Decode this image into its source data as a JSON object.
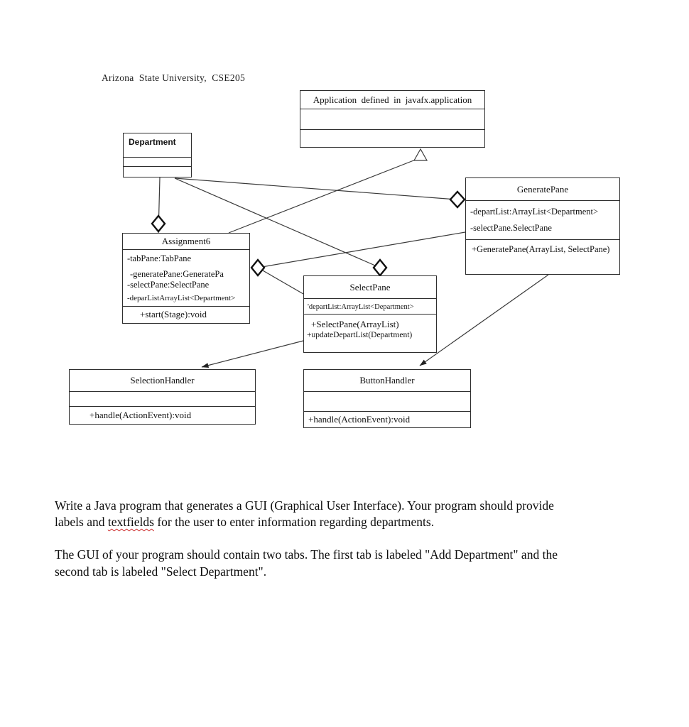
{
  "header": {
    "text": "Arizona  State University,  CSE205"
  },
  "uml": {
    "application": {
      "title": "Application  defined  in  javafx.application"
    },
    "department": {
      "title": "Department"
    },
    "generate_pane": {
      "title": "GeneratePane",
      "attr1": "-departList:ArrayList<Department>",
      "attr2": "-selectPane.SelectPane",
      "method1": "+GeneratePane(ArrayList, SelectPane)"
    },
    "assignment6": {
      "title": "Assignment6",
      "attr1": "-tabPane:TabPane",
      "attr2": "-generatePane:GeneratePa",
      "attr3": "-selectPane:SelectPane",
      "attr4": "-deparListArrayList<Department>",
      "method1": "+start(Stage):void"
    },
    "select_pane": {
      "title": "SelectPane",
      "attr1": "'departList:ArrayList<Department>",
      "method1": "+SelectPane(ArrayList)",
      "method2": "+updateDepartList(Department)"
    },
    "selection_handler": {
      "title": "SelectionHandler",
      "method1": "+handle(ActionEvent):void"
    },
    "button_handler": {
      "title": "ButtonHandler",
      "method1": "+handle(ActionEvent):void"
    },
    "connections": [
      {
        "from": "Department",
        "to": "Assignment6",
        "type": "aggregation",
        "diamond_at": "Assignment6 top"
      },
      {
        "from": "Department",
        "to": "GeneratePane",
        "type": "aggregation",
        "diamond_at": "GeneratePane left"
      },
      {
        "from": "Department",
        "to": "SelectPane",
        "type": "aggregation",
        "diamond_at": "SelectPane top"
      },
      {
        "from": "GeneratePane",
        "to": "Assignment6",
        "type": "aggregation",
        "diamond_at": "Assignment6 right"
      },
      {
        "from": "SelectPane",
        "to": "Assignment6",
        "type": "aggregation",
        "diamond_at": "Assignment6 right"
      },
      {
        "from": "Assignment6",
        "to": "Application",
        "type": "inheritance",
        "triangle_at": "Application bottom"
      },
      {
        "from": "SelectPane",
        "to": "SelectionHandler",
        "type": "directed-association"
      },
      {
        "from": "GeneratePane",
        "to": "ButtonHandler",
        "type": "directed-association"
      }
    ]
  },
  "assignment_text": {
    "p1_line1": "Write a Java program that generates a GUI (Graphical User Interface). Your program should provide",
    "p1_line2_before": "labels and ",
    "p1_line2_misspelled": "textfields",
    "p1_line2_after": " for the user to enter information regarding departments.",
    "p2_line1": "The GUI of your program should contain two tabs. The first tab is labeled \"Add Department\" and the",
    "p2_line2": "second tab is labeled \"Select Department\"."
  },
  "colors": {
    "line_color": "#3a3a3a",
    "box_border": "#2e2e2e",
    "spellcheck_underline": "#cc2a2a"
  }
}
